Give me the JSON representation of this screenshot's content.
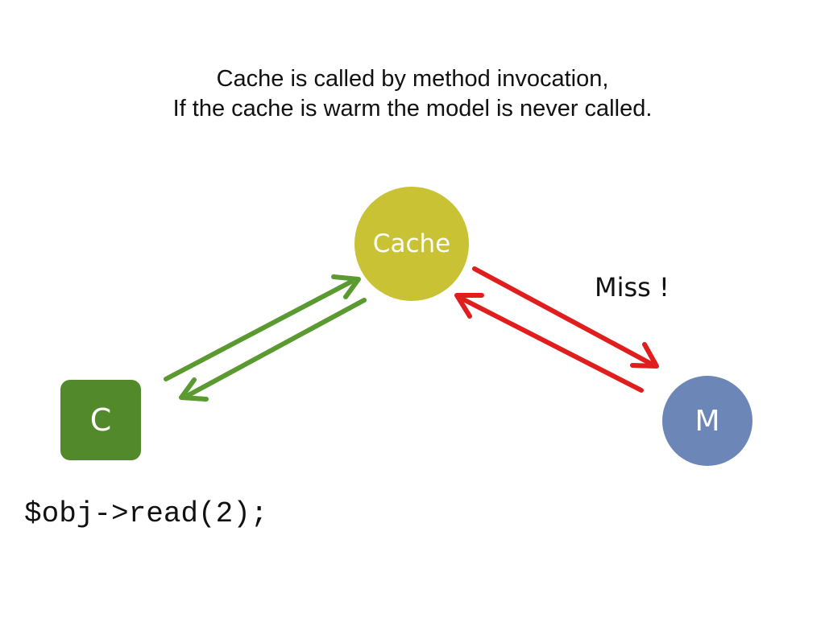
{
  "title": {
    "line1": "Cache is called by method invocation,",
    "line2": "If the cache is warm the model is never called."
  },
  "nodes": {
    "cache": {
      "label": "Cache",
      "color": "#c8c234"
    },
    "controller": {
      "label": "C",
      "color": "#528a2b"
    },
    "model": {
      "label": "M",
      "color": "#6d86b8"
    }
  },
  "edges": {
    "controller_cache_color": "#5a9a30",
    "cache_model_color": "#e01e1e",
    "miss_label": "Miss !"
  },
  "code": {
    "text": "$obj->read(2);"
  }
}
